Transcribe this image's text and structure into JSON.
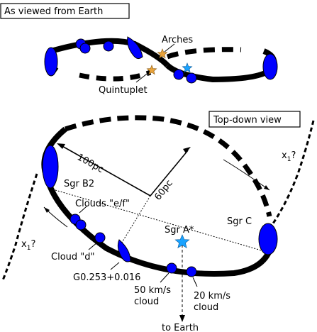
{
  "panels": {
    "earth_view": {
      "title": "As viewed from Earth",
      "labels": {
        "arches": "Arches",
        "quintuplet": "Quintuplet"
      }
    },
    "top_down": {
      "title": "Top-down view",
      "labels": {
        "sgr_b2": "Sgr B2",
        "sgr_c": "Sgr C",
        "sgr_a_star": "Sgr A*",
        "clouds_ef": "Clouds \"e/f\"",
        "cloud_d": "Cloud \"d\"",
        "g0253": "G0.253+0.016",
        "cloud_50_l1": "50 km/s",
        "cloud_50_l2": "cloud",
        "cloud_20_l1": "20 km/s",
        "cloud_20_l2": "cloud",
        "dist_100": "100pc",
        "dist_60": "60pc",
        "x1_left": "x",
        "x1_left_sub": "1",
        "x1_left_q": "?",
        "x1_right": "x",
        "x1_right_sub": "1",
        "x1_right_q": "?",
        "to_earth": "to Earth"
      }
    }
  },
  "colors": {
    "cloud_blue": "#0000ff",
    "star_orange": "#e8a33c",
    "star_cyan": "#1aa3ff",
    "ink": "#000000"
  }
}
